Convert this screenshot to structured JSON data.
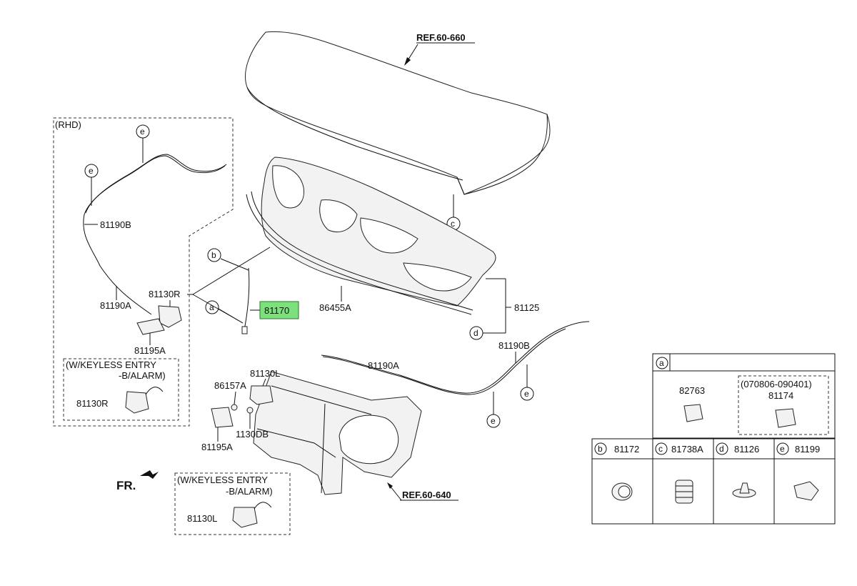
{
  "refs": {
    "hood": "REF.60-660",
    "frame": "REF.60-640"
  },
  "fr_label": "FR.",
  "rhd_box": {
    "title": "(RHD)"
  },
  "keyless_box_r": {
    "line1": "(W/KEYLESS ENTRY",
    "line2": "-B/ALARM)",
    "part": "81130R"
  },
  "keyless_box_l": {
    "line1": "(W/KEYLESS ENTRY",
    "line2": "-B/ALARM)",
    "part": "81130L"
  },
  "circle_letters": {
    "a": "a",
    "b": "b",
    "c": "c",
    "d": "d",
    "e": "e"
  },
  "part_labels": {
    "p81190B_rhd": "81190B",
    "p81130R": "81130R",
    "p81190A_rhd": "81190A",
    "p81195A_rhd": "81195A",
    "p81170": "81170",
    "p86455A": "86455A",
    "p81125": "81125",
    "p81190B": "81190B",
    "p81190A": "81190A",
    "p81130L": "81130L",
    "p86157A": "86157A",
    "p1130DB": "1130DB",
    "p81195A": "81195A"
  },
  "highlight_color": "#7CE07C",
  "legend": {
    "a": {
      "letter": "a",
      "part1": "82763",
      "date_range": "(070806-090401)",
      "part2": "81174"
    },
    "b": {
      "letter": "b",
      "part": "81172"
    },
    "c": {
      "letter": "c",
      "part": "81738A"
    },
    "d": {
      "letter": "d",
      "part": "81126"
    },
    "e": {
      "letter": "e",
      "part": "81199"
    }
  }
}
